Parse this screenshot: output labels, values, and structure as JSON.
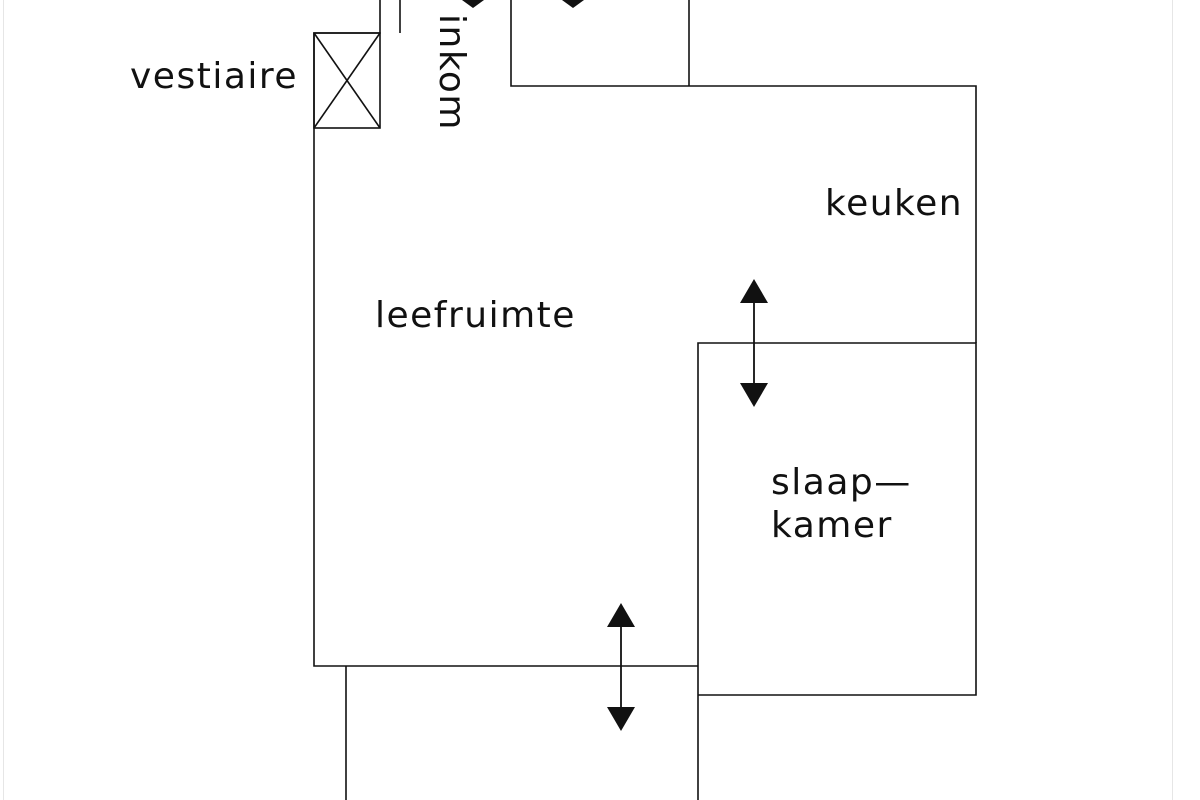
{
  "colors": {
    "background": "#ffffff",
    "line": "#111111"
  },
  "rooms": {
    "vestiaire": "vestiaire",
    "inkom": "inkom",
    "keuken": "keuken",
    "leefruimte": "leefruimte",
    "slaapkamer_line1": "slaap—",
    "slaapkamer_line2": "kamer"
  },
  "icons": {
    "wardrobe": "wardrobe-cross-box-icon",
    "door_arrow": "double-arrow-icon"
  }
}
